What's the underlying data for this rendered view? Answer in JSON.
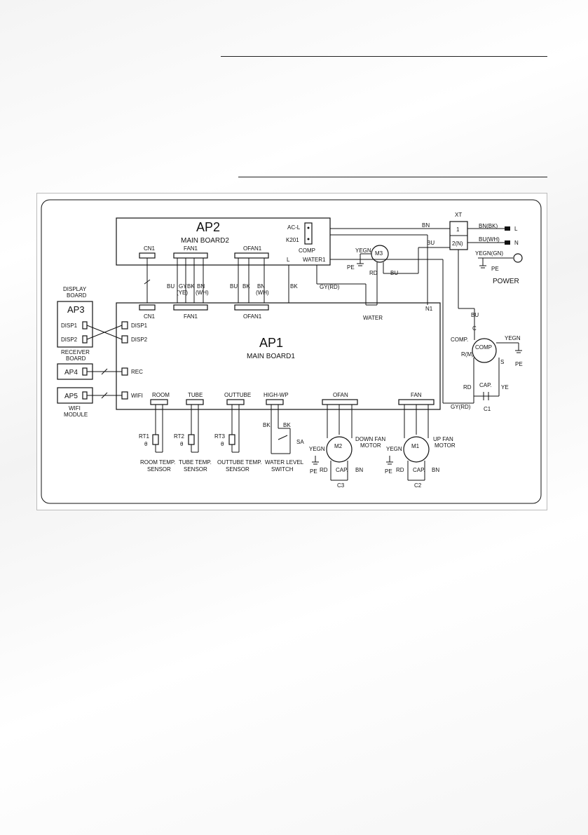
{
  "boards": {
    "ap2": {
      "name": "AP2",
      "title": "MAIN BOARD2",
      "acl": "AC-L",
      "k201": "K201",
      "comp": "COMP",
      "water1": "WATER1"
    },
    "ap1": {
      "name": "AP1",
      "title": "MAIN BOARD1"
    },
    "ap3": {
      "name": "AP3",
      "caption1": "DISPLAY",
      "caption2": "BOARD",
      "disp1": "DISP1",
      "disp2": "DISP2"
    },
    "ap4": {
      "name": "AP4",
      "caption1": "RECEIVER",
      "caption2": "BOARD"
    },
    "ap5": {
      "name": "AP5",
      "caption1": "WIFI",
      "caption2": "MODULE"
    }
  },
  "connectors": {
    "cn1": "CN1",
    "fan1": "FAN1",
    "ofan1": "OFAN1",
    "disp1": "DISP1",
    "disp2": "DISP2",
    "rec": "REC",
    "wifi": "WIFI",
    "room": "ROOM",
    "tube": "TUBE",
    "outtube": "OUTTUBE",
    "highwp": "HIGH-WP",
    "ofan": "OFAN",
    "fan": "FAN",
    "water": "WATER",
    "n1": "N1"
  },
  "wires": {
    "bu": "BU",
    "gy": "GY",
    "ye": "(YE)",
    "bk": "BK",
    "bn": "BN",
    "wh": "(WH)",
    "l": "L",
    "gyrd": "GY(RD)",
    "rd": "RD",
    "ye2": "YE",
    "yegn": "YEGN",
    "pe": "PE",
    "c": "C",
    "s": "S",
    "rm": "R(M)",
    "comp": "COMP.",
    "cap": "CAP.",
    "yegngn": "YEGN(GN)",
    "bnbk": "BN(BK)",
    "buwh": "BU(WH)"
  },
  "terminal": {
    "xt": "XT",
    "t1": "1",
    "t2": "2(N)",
    "l": "L",
    "n": "N",
    "power": "POWER"
  },
  "components": {
    "m3": "M3",
    "m2": "M2",
    "m1": "M1",
    "comp": "COMP",
    "c1": "C1",
    "c2": "C2",
    "c3": "C3",
    "sa": "SA",
    "rt1": "RT1",
    "rt2": "RT2",
    "rt3": "RT3",
    "theta": "θ",
    "down_fan_1": "DOWN FAN",
    "down_fan_2": "MOTOR",
    "up_fan_1": "UP FAN",
    "up_fan_2": "MOTOR"
  },
  "sensors": {
    "room_1": "ROOM TEMP.",
    "room_2": "SENSOR",
    "tube_1": "TUBE TEMP.",
    "tube_2": "SENSOR",
    "outtube_1": "OUTTUBE TEMP.",
    "outtube_2": "SENSOR",
    "water_1": "WATER LEVEL",
    "water_2": "SWITCH"
  }
}
